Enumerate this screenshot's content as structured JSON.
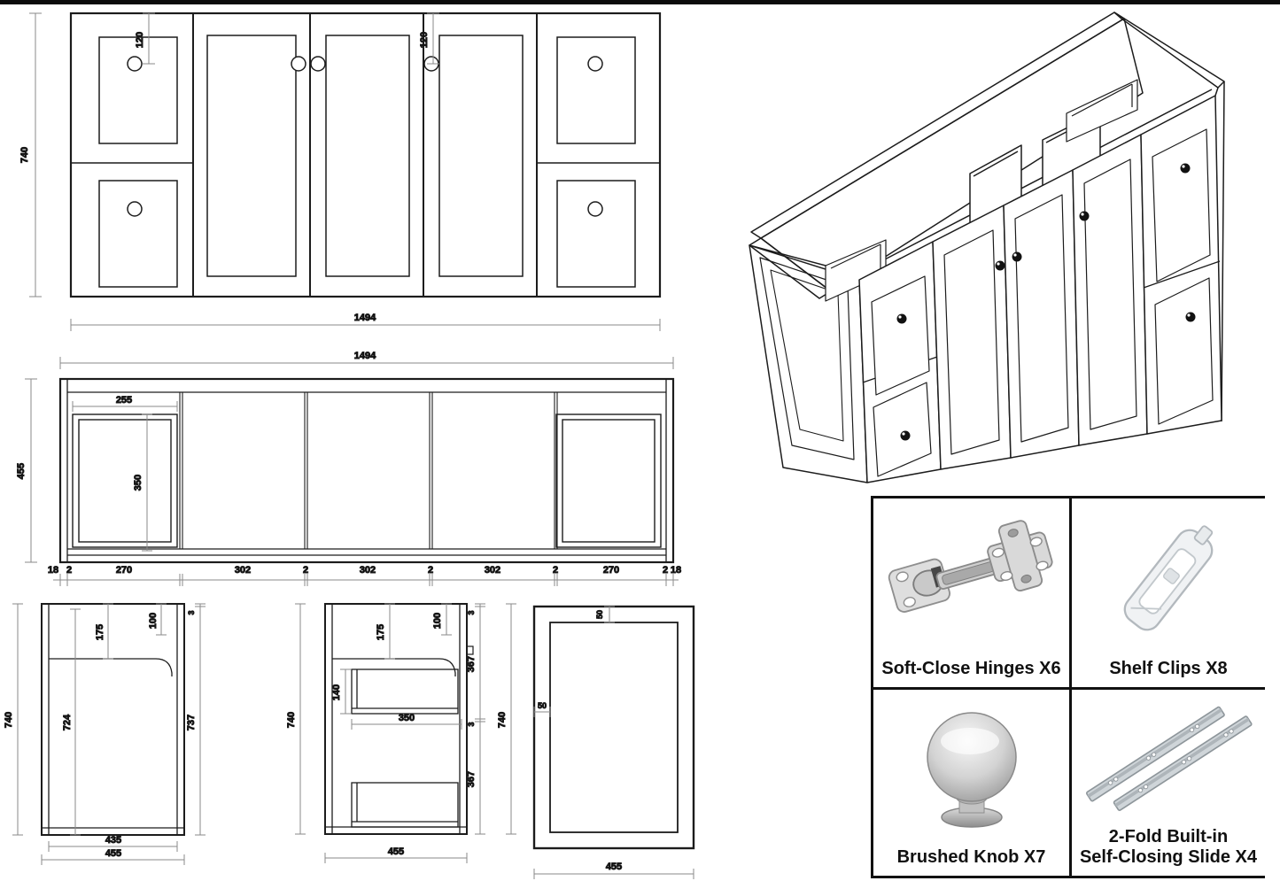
{
  "colors": {
    "background": "#ffffff",
    "line": "#1c1c1c",
    "dim_line": "#8a8a8a",
    "grid_border": "#111111"
  },
  "front_view": {
    "height": "740",
    "knob_offset_left": "120",
    "knob_offset_right": "120",
    "width": "1494"
  },
  "plan_view": {
    "width": "1494",
    "depth": "455",
    "drawer_inner_width": "255",
    "drawer_inner_depth": "350",
    "bottom_segments": [
      "18",
      "2",
      "270",
      "302",
      "2",
      "302",
      "2",
      "302",
      "2",
      "270",
      "2",
      "18"
    ]
  },
  "side_section_a": {
    "height": "740",
    "inner_height": "724",
    "top_rail": "175",
    "back_offset": "100",
    "top_gap": "3",
    "front_height": "737",
    "inner_width": "435",
    "width": "455"
  },
  "side_section_b": {
    "height_left": "740",
    "top_rail": "175",
    "back_offset": "100",
    "top_gap": "3",
    "upper_section": "367",
    "divider": "3",
    "lower_section": "367",
    "drawer_height": "140",
    "drawer_depth": "350",
    "height_right": "740",
    "width": "455"
  },
  "door_detail": {
    "top_rail": "50",
    "side_stile": "50",
    "width": "455"
  },
  "parts_list": [
    {
      "label": "Soft-Close Hinges X6"
    },
    {
      "label": "Shelf Clips X8"
    },
    {
      "label": "Brushed Knob X7"
    },
    {
      "label": "2-Fold Built-in",
      "label2": "Self-Closing Slide X4"
    }
  ]
}
